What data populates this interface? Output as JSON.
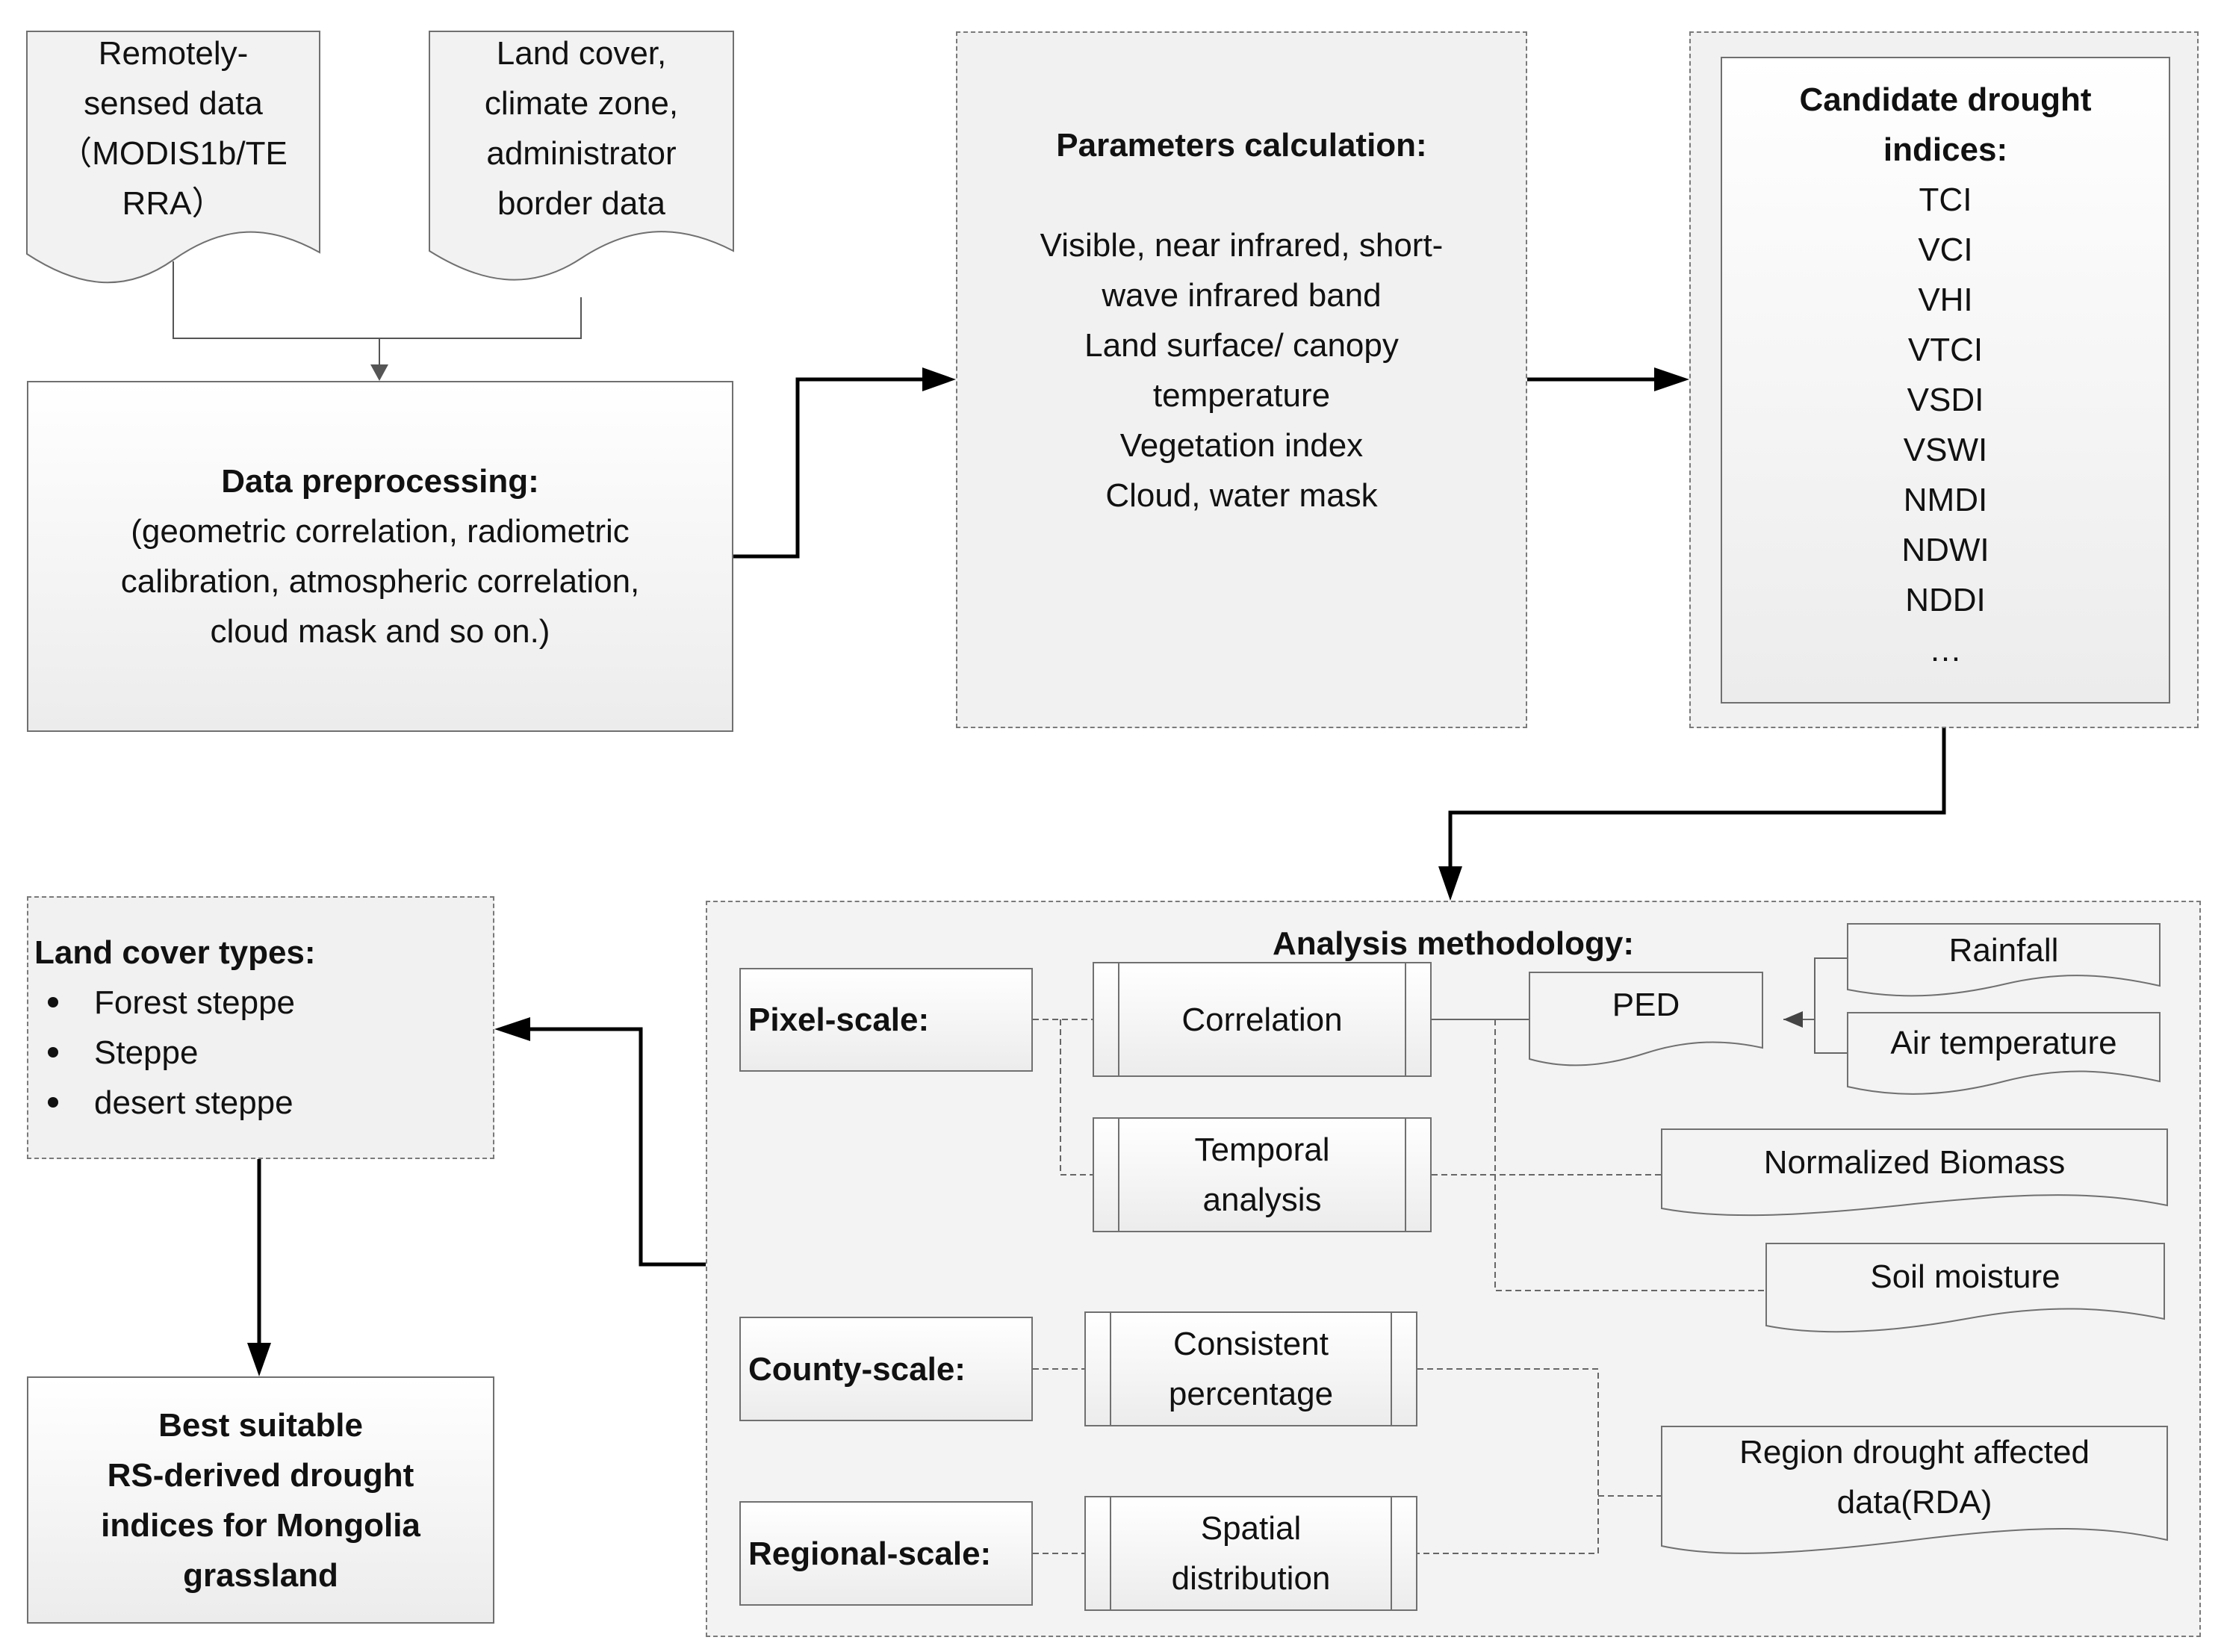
{
  "sources": {
    "remote": [
      "Remotely-",
      "sensed data",
      "（MODIS1b/TE",
      "RRA）"
    ],
    "landcover": [
      "Land cover,",
      "climate zone,",
      "administrator",
      "border data"
    ]
  },
  "preprocessing": {
    "title": "Data preprocessing:",
    "lines": [
      "(geometric correlation, radiometric",
      "calibration, atmospheric correlation,",
      "cloud mask and so on.)"
    ]
  },
  "parameters": {
    "title": "Parameters calculation:",
    "lines": [
      "Visible, near infrared, short-",
      "wave infrared band",
      "Land surface/ canopy",
      "temperature",
      "Vegetation index",
      "Cloud, water mask"
    ]
  },
  "candidates": {
    "title": [
      "Candidate drought",
      "indices:"
    ],
    "items": [
      "TCI",
      "VCI",
      "VHI",
      "VTCI",
      "VSDI",
      "VSWI",
      "NMDI",
      "NDWI",
      "NDDI",
      "…"
    ]
  },
  "analysis": {
    "title": "Analysis methodology:",
    "scales": {
      "pixel": "Pixel-scale:",
      "county": "County-scale:",
      "regional": "Regional-scale:"
    },
    "processes": {
      "correlation": "Correlation",
      "temporal": [
        "Temporal",
        "analysis"
      ],
      "consistent": [
        "Consistent",
        "percentage"
      ],
      "spatial": [
        "Spatial",
        "distribution"
      ]
    },
    "data": {
      "ped": "PED",
      "rainfall": "Rainfall",
      "air_temp": "Air temperature",
      "biomass": "Normalized Biomass",
      "soil": "Soil moisture",
      "rda": [
        "Region drought affected",
        "data(RDA)"
      ]
    }
  },
  "landcover_types": {
    "title": "Land cover types:",
    "items": [
      "Forest steppe",
      "Steppe",
      "desert steppe"
    ]
  },
  "result": {
    "lines": [
      "Best suitable",
      "RS-derived drought",
      "indices for Mongolia",
      "grassland"
    ]
  }
}
